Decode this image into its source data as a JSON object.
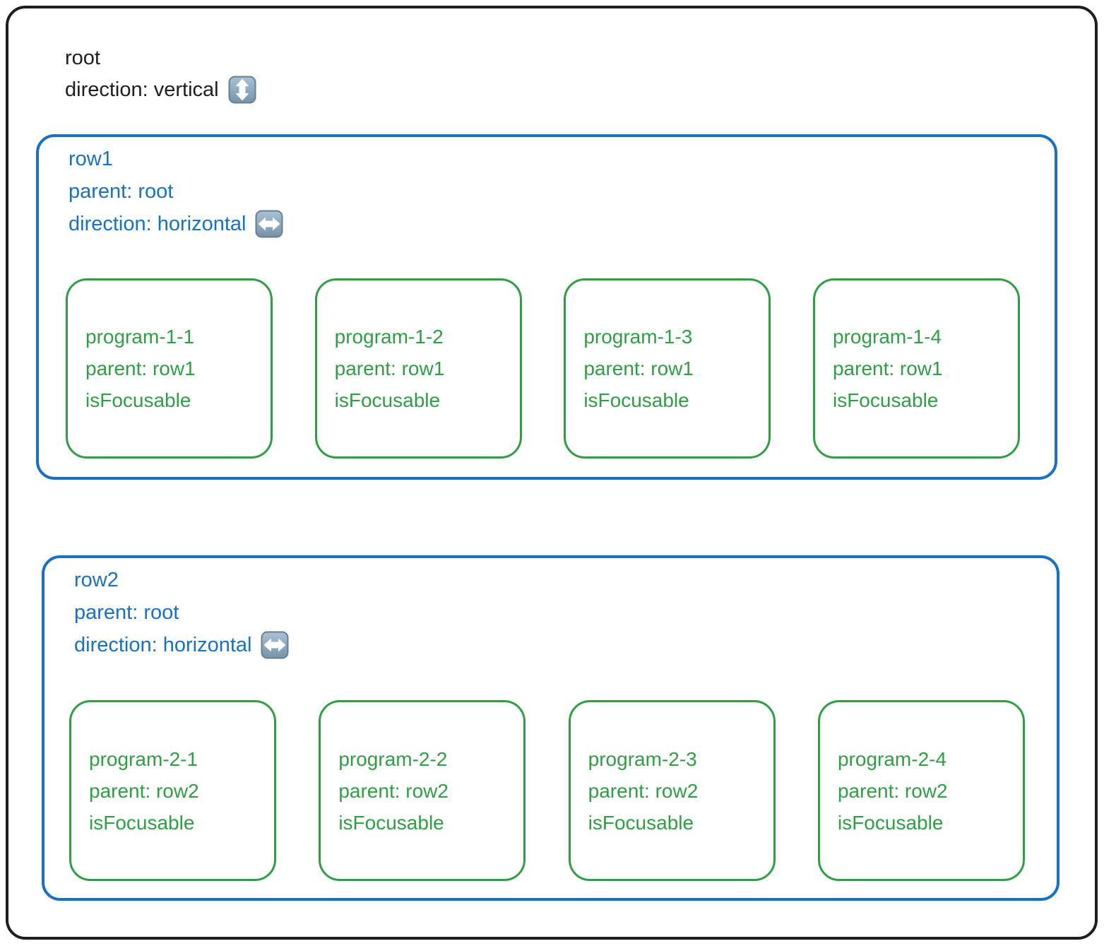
{
  "root": {
    "title": "root",
    "direction_label": "direction: vertical",
    "direction_icon": "up-down-arrow"
  },
  "rows": [
    {
      "title": "row1",
      "parent_label": "parent: root",
      "direction_label": "direction: horizontal",
      "direction_icon": "left-right-arrow",
      "programs": [
        {
          "title": "program-1-1",
          "parent_label": "parent: row1",
          "flag_label": "isFocusable"
        },
        {
          "title": "program-1-2",
          "parent_label": "parent: row1",
          "flag_label": "isFocusable"
        },
        {
          "title": "program-1-3",
          "parent_label": "parent: row1",
          "flag_label": "isFocusable"
        },
        {
          "title": "program-1-4",
          "parent_label": "parent: row1",
          "flag_label": "isFocusable"
        }
      ]
    },
    {
      "title": "row2",
      "parent_label": "parent: root",
      "direction_label": "direction: horizontal",
      "direction_icon": "left-right-arrow",
      "programs": [
        {
          "title": "program-2-1",
          "parent_label": "parent: row2",
          "flag_label": "isFocusable"
        },
        {
          "title": "program-2-2",
          "parent_label": "parent: row2",
          "flag_label": "isFocusable"
        },
        {
          "title": "program-2-3",
          "parent_label": "parent: row2",
          "flag_label": "isFocusable"
        },
        {
          "title": "program-2-4",
          "parent_label": "parent: row2",
          "flag_label": "isFocusable"
        }
      ]
    }
  ],
  "colors": {
    "root_stroke": "#1e1e1e",
    "row_stroke": "#1971c2",
    "program_stroke": "#2f9e44",
    "icon_bg_top": "#a9c1d4",
    "icon_bg_bottom": "#7793a9",
    "icon_arrow": "#ffffff"
  }
}
